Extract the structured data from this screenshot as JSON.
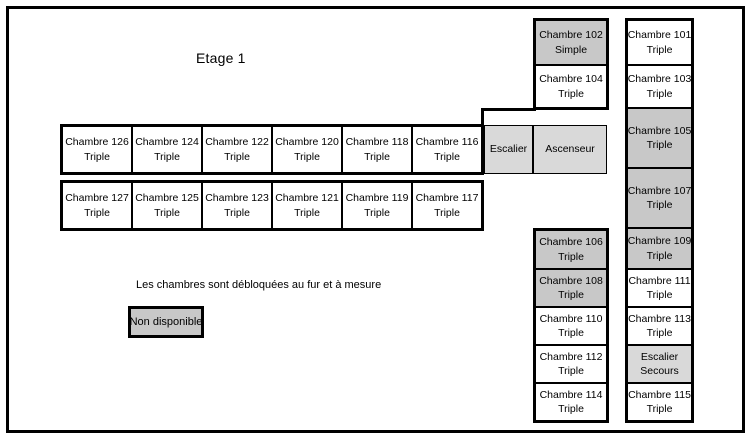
{
  "page": {
    "title": "Etage 1"
  },
  "legend": {
    "note": "Les chambres sont débloquées au fur et à mesure",
    "unavailable_label": "Non disponible",
    "colors": {
      "unavailable": "#c8c8c8",
      "available": "#ffffff",
      "service": "#d9d9d9",
      "wall": "#000000"
    }
  },
  "rooms": {
    "top_row": [
      {
        "name": "Chambre 126",
        "type": "Triple",
        "status": "available"
      },
      {
        "name": "Chambre 124",
        "type": "Triple",
        "status": "available"
      },
      {
        "name": "Chambre 122",
        "type": "Triple",
        "status": "available"
      },
      {
        "name": "Chambre 120",
        "type": "Triple",
        "status": "available"
      },
      {
        "name": "Chambre 118",
        "type": "Triple",
        "status": "available"
      },
      {
        "name": "Chambre 116",
        "type": "Triple",
        "status": "available"
      }
    ],
    "bottom_row": [
      {
        "name": "Chambre 127",
        "type": "Triple",
        "status": "available"
      },
      {
        "name": "Chambre 125",
        "type": "Triple",
        "status": "available"
      },
      {
        "name": "Chambre 123",
        "type": "Triple",
        "status": "available"
      },
      {
        "name": "Chambre 121",
        "type": "Triple",
        "status": "available"
      },
      {
        "name": "Chambre 119",
        "type": "Triple",
        "status": "available"
      },
      {
        "name": "Chambre 117",
        "type": "Triple",
        "status": "available"
      }
    ],
    "services_row": [
      {
        "name": "Escalier",
        "type": "",
        "status": "service"
      },
      {
        "name": "Ascenseur",
        "type": "",
        "status": "service"
      }
    ],
    "middle_upper_column": [
      {
        "name": "Chambre 102",
        "type": "Simple",
        "status": "unavailable"
      },
      {
        "name": "Chambre 104",
        "type": "Triple",
        "status": "available"
      }
    ],
    "middle_lower_column": [
      {
        "name": "Chambre 106",
        "type": "Triple",
        "status": "unavailable"
      },
      {
        "name": "Chambre 108",
        "type": "Triple",
        "status": "unavailable"
      },
      {
        "name": "Chambre 110",
        "type": "Triple",
        "status": "available"
      },
      {
        "name": "Chambre 112",
        "type": "Triple",
        "status": "available"
      },
      {
        "name": "Chambre 114",
        "type": "Triple",
        "status": "available"
      }
    ],
    "right_column": [
      {
        "name": "Chambre 101",
        "type": "Triple",
        "status": "available"
      },
      {
        "name": "Chambre 103",
        "type": "Triple",
        "status": "available"
      },
      {
        "name": "Chambre 105",
        "type": "Triple",
        "status": "unavailable"
      },
      {
        "name": "Chambre 107",
        "type": "Triple",
        "status": "unavailable"
      },
      {
        "name": "Chambre 109",
        "type": "Triple",
        "status": "unavailable"
      },
      {
        "name": "Chambre 111",
        "type": "Triple",
        "status": "available"
      },
      {
        "name": "Chambre 113",
        "type": "Triple",
        "status": "available"
      },
      {
        "name": "Escalier",
        "type": "Secours",
        "status": "service"
      },
      {
        "name": "Chambre 115",
        "type": "Triple",
        "status": "available"
      }
    ]
  }
}
